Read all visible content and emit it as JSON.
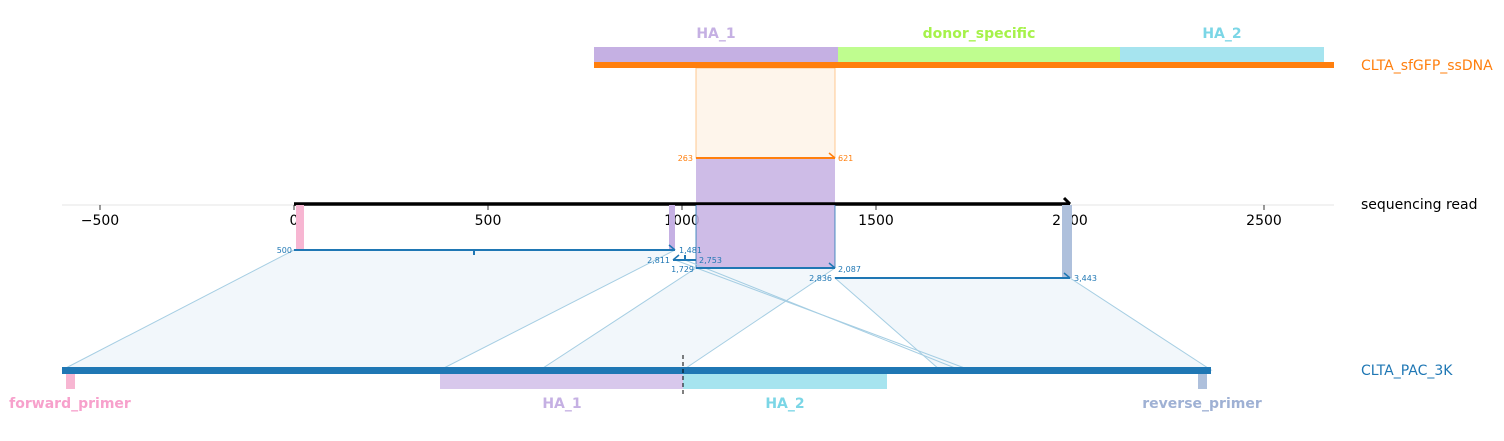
{
  "donor": {
    "name": "CLTA_sfGFP_ssDNA",
    "color": "#ff7f0e",
    "features": [
      {
        "name": "HA_1",
        "color": "#c5b0e3",
        "label_color": "#c5b0e3"
      },
      {
        "name": "donor_specific",
        "color": "#bffd8f",
        "label_color": "#a6f24a"
      },
      {
        "name": "HA_2",
        "color": "#a6e4ef",
        "label_color": "#7bd6e6"
      }
    ],
    "alignment": {
      "start": "263",
      "end": "621",
      "color": "#ff7f0e"
    }
  },
  "read": {
    "label": "sequencing read",
    "axis_ticks": [
      "−500",
      "0",
      "500",
      "1000",
      "1500",
      "2000",
      "2500"
    ]
  },
  "target": {
    "name": "CLTA_PAC_3K",
    "color": "#1f77b4",
    "features": [
      {
        "name": "forward_primer",
        "color": "#f7b6d2"
      },
      {
        "name": "HA_1",
        "color": "#c5b0e3"
      },
      {
        "name": "HA_2",
        "color": "#a6e4ef"
      },
      {
        "name": "reverse_primer",
        "color": "#aec0dc"
      }
    ],
    "alignments": [
      {
        "start": "500",
        "end": "1,481"
      },
      {
        "start": "2,811",
        "end": "2,753"
      },
      {
        "start": "1,729",
        "end": "2,087"
      },
      {
        "start": "2,836",
        "end": "3,443"
      }
    ]
  }
}
